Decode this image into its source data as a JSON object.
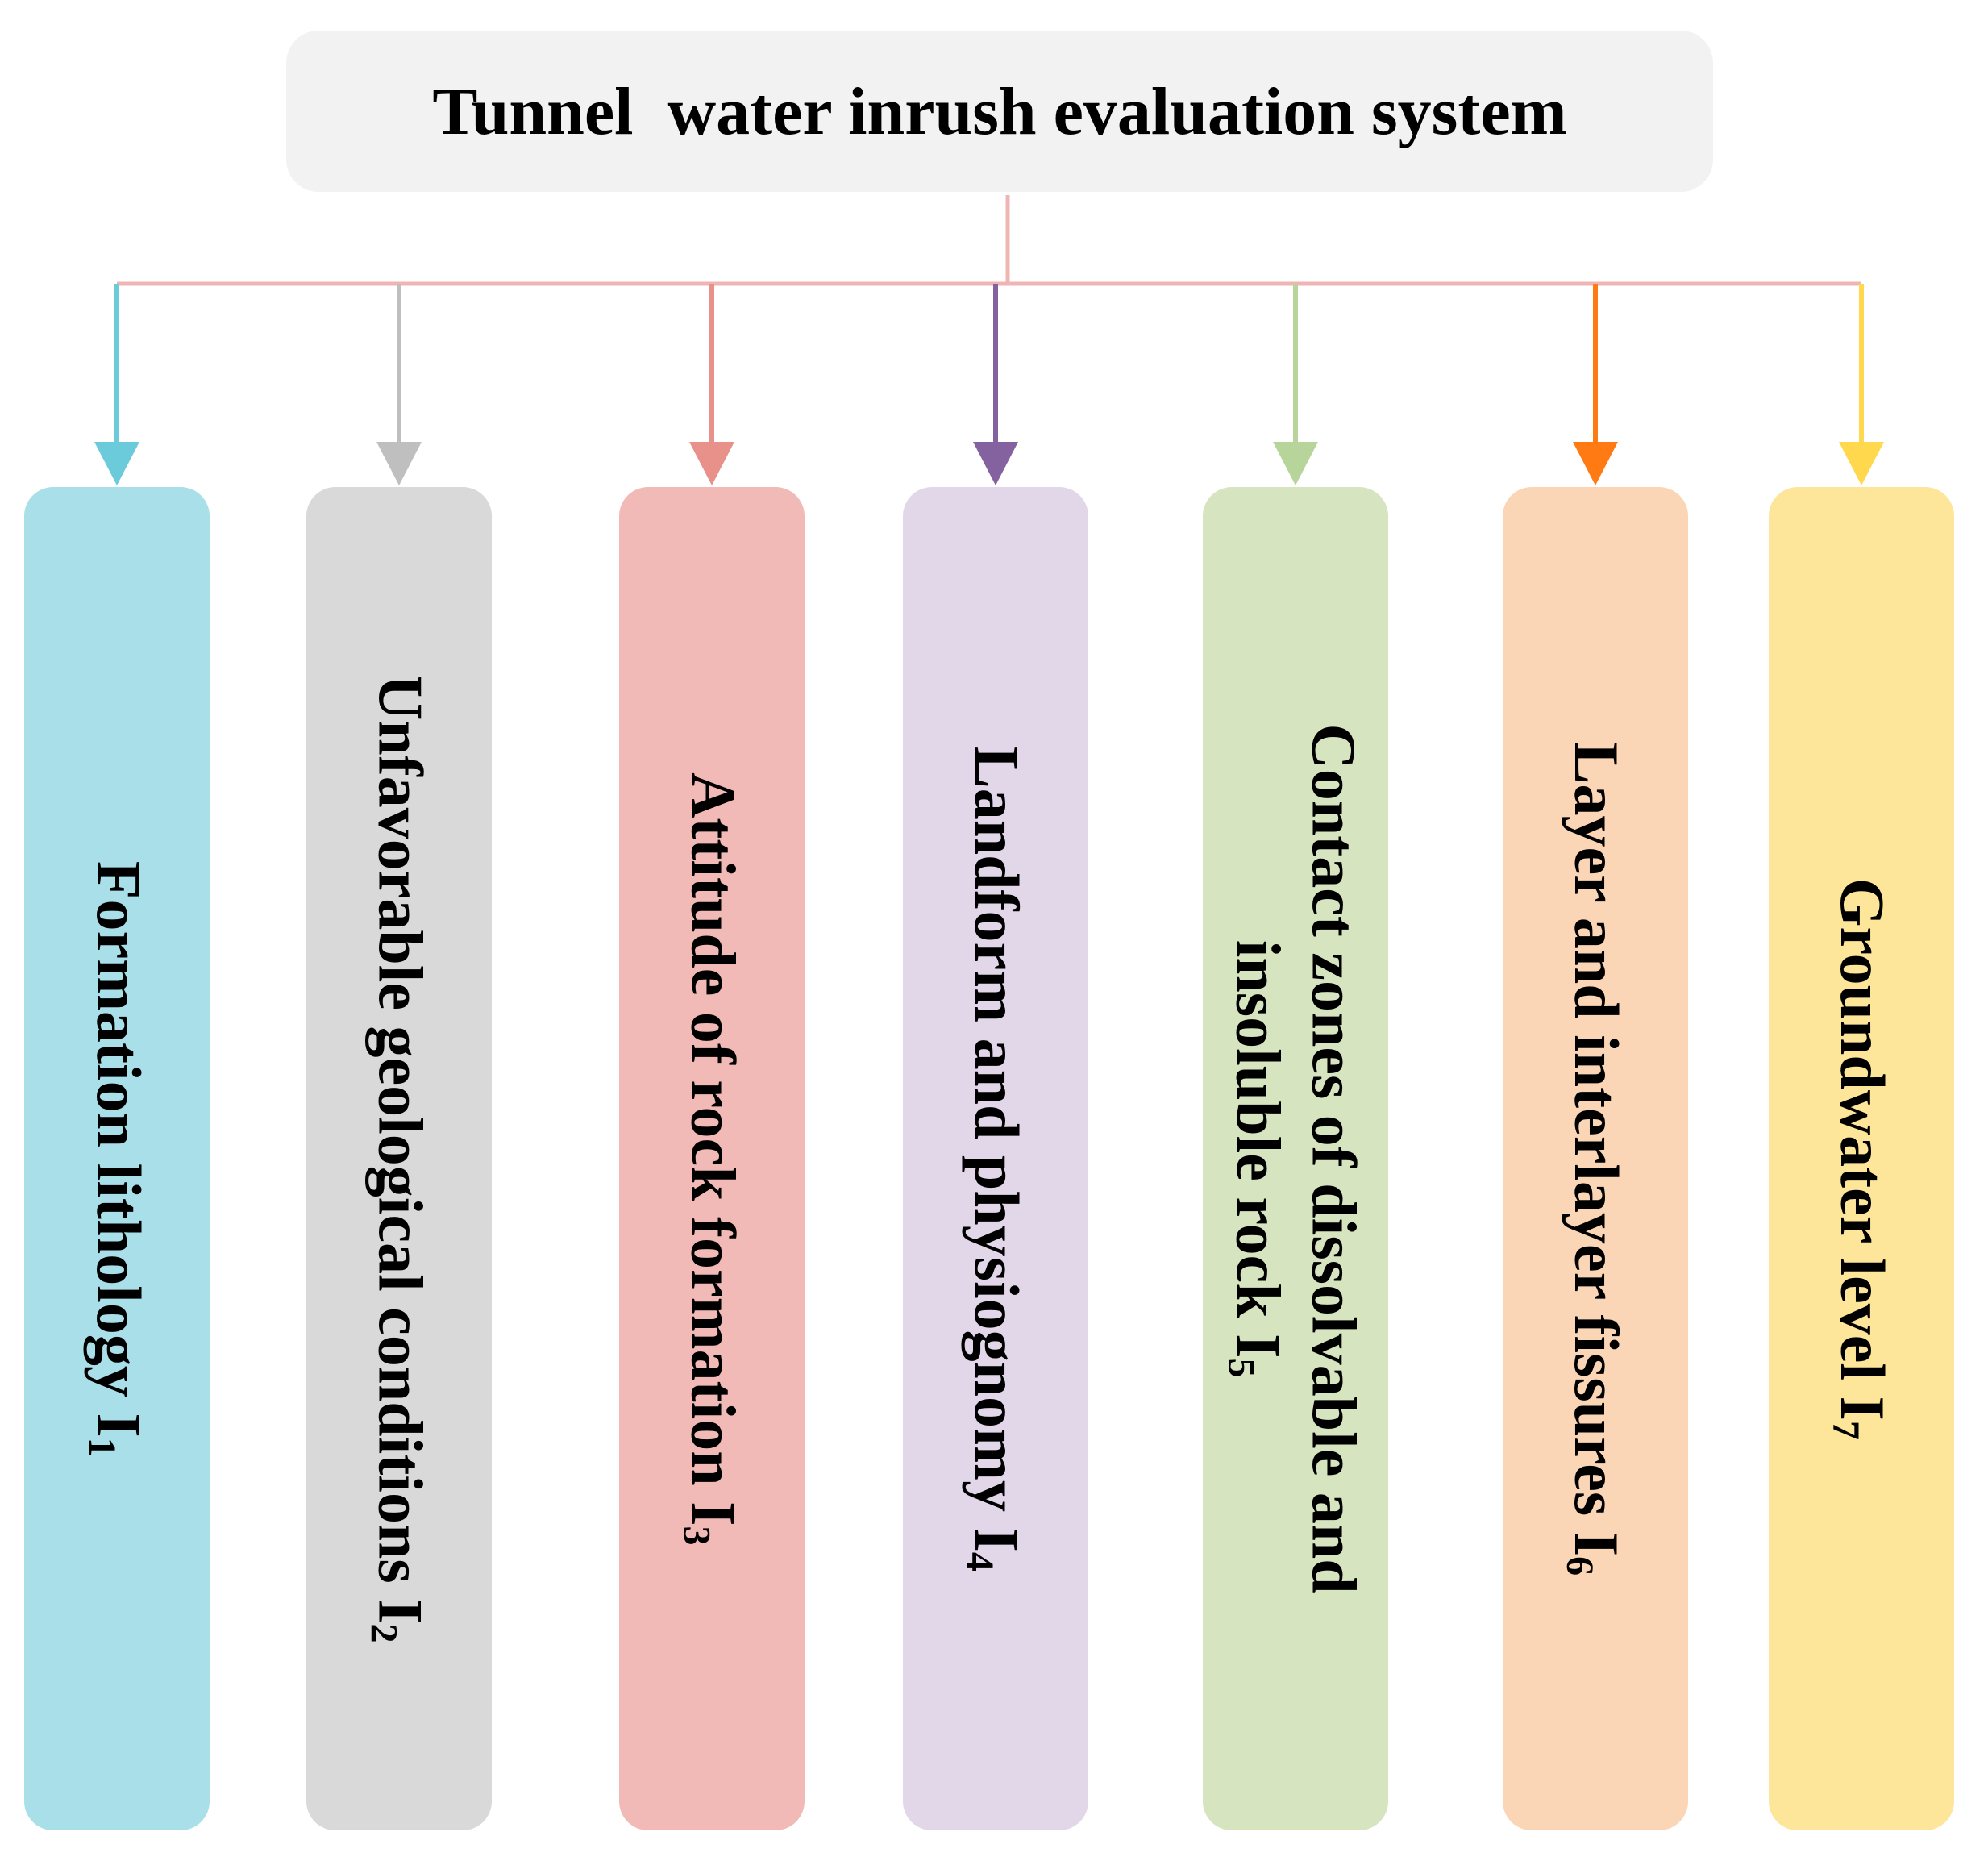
{
  "title": "Tunnel  water inrush evaluation system",
  "connector_color": "#f0b4b4",
  "factors": [
    {
      "lines": [
        "Formation lithology I"
      ],
      "subscript": "1",
      "fill": "#a8dfe8",
      "arrow": "#6ccbdb"
    },
    {
      "lines": [
        "Unfavorable geological conditions I"
      ],
      "subscript": "2",
      "fill": "#d9d9d9",
      "arrow": "#bfbfbf"
    },
    {
      "lines": [
        "Attitude of rock formation I"
      ],
      "subscript": "3",
      "fill": "#f2bab6",
      "arrow": "#e8908a"
    },
    {
      "lines": [
        "Landform and physiognomy I"
      ],
      "subscript": "4",
      "fill": "#e2d7e8",
      "arrow": "#8462a0"
    },
    {
      "lines": [
        "Contact zones of dissolvable and",
        "insoluble rock I"
      ],
      "subscript": "5",
      "fill": "#d6e4bf",
      "arrow": "#b7d59a"
    },
    {
      "lines": [
        "Layer and interlayer fissures I"
      ],
      "subscript": "6",
      "fill": "#fbd6b6",
      "arrow": "#ff7a12"
    },
    {
      "lines": [
        "Groundwater level I"
      ],
      "subscript": "7",
      "fill": "#fde59a",
      "arrow": "#ffd84e"
    }
  ]
}
